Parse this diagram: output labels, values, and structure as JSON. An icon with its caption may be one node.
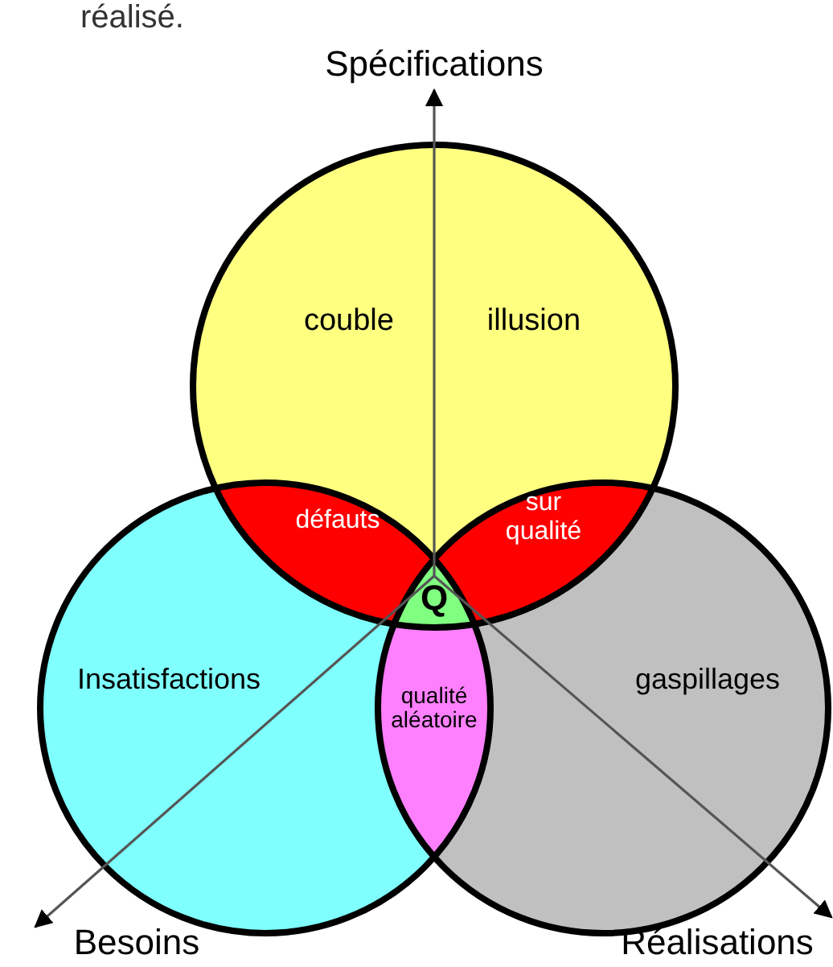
{
  "diagram": {
    "nodes": [
      {
        "text": [
          "Spécifications"
        ]
      },
      {
        "text": [
          "couble",
          "illusion"
        ]
      },
      {
        "text": [
          "défauts"
        ]
      },
      {
        "text": [
          "sur qualité"
        ]
      },
      {
        "text": [
          "Q"
        ]
      },
      {
        "text": [
          "Insatisfactions"
        ]
      },
      {
        "text": [
          "qualité aléatoire"
        ]
      },
      {
        "text": [
          "gaspillages"
        ]
      },
      {
        "text": [
          "Besoins"
        ]
      },
      {
        "text": [
          "Réalisations"
        ]
      }
    ],
    "edges": [
      {
        "from": 4,
        "to": 0,
        "arrow": "to"
      },
      {
        "from": 4,
        "to": 8,
        "arrow": "to"
      },
      {
        "from": 4,
        "to": 9,
        "arrow": "to"
      }
    ],
    "labels": [
      "réalisé."
    ]
  }
}
